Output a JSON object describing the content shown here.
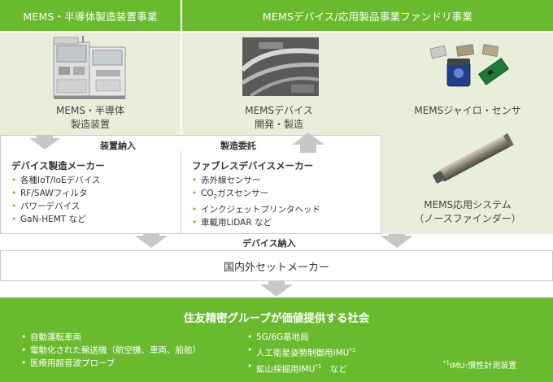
{
  "headers": {
    "left": "MEMS・半導体製造装置事業",
    "right": "MEMSデバイス/応用製品事業ファンドリ事業"
  },
  "products": {
    "equipment": [
      "MEMS・半導体",
      "製造装置"
    ],
    "device": [
      "MEMSデバイス",
      "開発・製造"
    ],
    "gyro": "MEMSジャイロ・センサ",
    "system": [
      "MEMS応用システム",
      "（ノースファインダー）"
    ]
  },
  "flows": {
    "equipment_delivery": "装置納入",
    "manufacturing_outsourcing": "製造委託",
    "device_delivery": "デバイス納入"
  },
  "device_maker": {
    "title": "デバイス製造メーカー",
    "items": [
      "各種IoT/IoEデバイス",
      "RF/SAWフィルタ",
      "パワーデバイス",
      "GaN-HEMT など"
    ]
  },
  "fabless_maker": {
    "title": "ファブレスデバイスメーカー",
    "items": [
      "赤外線センサー",
      "CO",
      "2",
      "ガスセンサー",
      "インクジェットプリンタヘッド",
      "車載用LiDAR など"
    ]
  },
  "domestic": "国内外セットメーカー",
  "society": {
    "title": "住友精密グループが価値提供する社会",
    "left_items": [
      "自動運転車両",
      "電動化された輸送機（航空機、車両、船舶）",
      "医療用超音波プローブ"
    ],
    "right_items": [
      "5G/6G基地局",
      "人工衛星姿勢制御用IMU",
      "*1",
      "鉱山採掘用IMU",
      "*1",
      "　など"
    ],
    "note_mark": "*1",
    "note": "IMU:慣性計測装置"
  },
  "colors": {
    "green": "#6aba2e",
    "light_green": "#e8eed9",
    "arrow": "#c7c7c7"
  }
}
